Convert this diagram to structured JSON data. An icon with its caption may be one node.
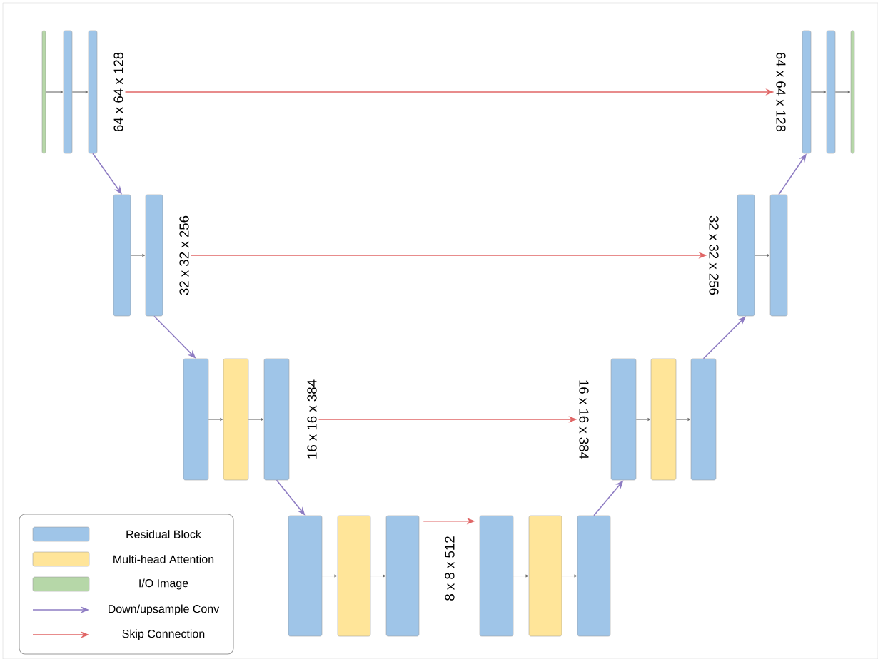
{
  "diagram": {
    "nodes": [
      {
        "text": [],
        "shape": "bar"
      },
      {
        "text": [],
        "shape": "bar"
      },
      {
        "text": [],
        "shape": "bar"
      },
      {
        "text": [
          "64 x 64 x 128"
        ]
      },
      {
        "text": [
          "64 x 64 x 128"
        ]
      },
      {
        "text": [],
        "shape": "bar"
      },
      {
        "text": [],
        "shape": "bar"
      },
      {
        "text": [],
        "shape": "bar"
      },
      {
        "text": [],
        "shape": "bar"
      },
      {
        "text": [],
        "shape": "bar"
      },
      {
        "text": [
          "32 x 32 x 256"
        ]
      },
      {
        "text": [
          "32 x 32 x 256"
        ]
      },
      {
        "text": [],
        "shape": "bar"
      },
      {
        "text": [],
        "shape": "bar"
      },
      {
        "text": [],
        "shape": "bar"
      },
      {
        "text": [],
        "shape": "bar"
      },
      {
        "text": [],
        "shape": "bar"
      },
      {
        "text": [
          "16 x 16 x 384"
        ]
      },
      {
        "text": [
          "16 x 16 x 384"
        ]
      },
      {
        "text": [],
        "shape": "bar"
      },
      {
        "text": [],
        "shape": "bar"
      },
      {
        "text": [],
        "shape": "bar"
      },
      {
        "text": [],
        "shape": "bar"
      },
      {
        "text": [],
        "shape": "bar"
      },
      {
        "text": [],
        "shape": "bar"
      },
      {
        "text": [],
        "shape": "bar"
      },
      {
        "text": [],
        "shape": "bar"
      },
      {
        "text": [],
        "shape": "bar"
      }
    ],
    "edges": [
      {
        "from": 0,
        "to": 1,
        "arrow": "to"
      },
      {
        "from": 1,
        "to": 2,
        "arrow": "to"
      },
      {
        "from": 3,
        "to": 4,
        "arrow": "to",
        "color": "#e06666"
      },
      {
        "from": 5,
        "to": 6,
        "arrow": "to"
      },
      {
        "from": 6,
        "to": 7,
        "arrow": "to"
      },
      {
        "from": 2,
        "to": 8,
        "arrow": "to",
        "color": "#8e7cc3"
      },
      {
        "from": 8,
        "to": 9,
        "arrow": "to"
      },
      {
        "from": 10,
        "to": 11,
        "arrow": "to",
        "color": "#e06666"
      },
      {
        "from": 12,
        "to": 13,
        "arrow": "to"
      },
      {
        "from": 13,
        "to": 5,
        "arrow": "to",
        "color": "#8e7cc3"
      },
      {
        "from": 9,
        "to": 14,
        "arrow": "to",
        "color": "#8e7cc3"
      },
      {
        "from": 14,
        "to": 15,
        "arrow": "to"
      },
      {
        "from": 15,
        "to": 16,
        "arrow": "to"
      },
      {
        "from": 17,
        "to": 18,
        "arrow": "to",
        "color": "#e06666"
      },
      {
        "from": 19,
        "to": 20,
        "arrow": "to"
      },
      {
        "from": 20,
        "to": 21,
        "arrow": "to"
      },
      {
        "from": 21,
        "to": 12,
        "arrow": "to",
        "color": "#8e7cc3"
      },
      {
        "from": 16,
        "to": 22,
        "arrow": "to",
        "color": "#8e7cc3"
      },
      {
        "from": 22,
        "to": 23,
        "arrow": "to"
      },
      {
        "from": 23,
        "to": 24,
        "arrow": "to"
      },
      {
        "from": 24,
        "to": 25,
        "arrow": "to",
        "color": "#e06666"
      },
      {
        "from": 25,
        "to": 26,
        "arrow": "to"
      },
      {
        "from": 26,
        "to": 27,
        "arrow": "to"
      },
      {
        "from": 27,
        "to": 19,
        "arrow": "to",
        "color": "#8e7cc3"
      }
    ],
    "labels": [
      "8 x 8 x 512"
    ],
    "legend": [
      {
        "text": "Residual Block",
        "color": "#9fc5e8"
      },
      {
        "text": "Multi-head Attention",
        "color": "#ffe599"
      },
      {
        "text": "I/O Image",
        "color": "#b6d7a8"
      },
      {
        "text": "Down/upsample Conv"
      },
      {
        "text": "Skip Connection"
      }
    ]
  }
}
